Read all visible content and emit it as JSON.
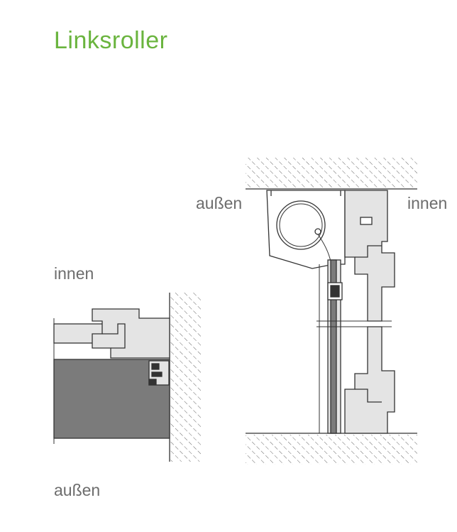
{
  "title": "Linksroller",
  "left_view": {
    "label_top": "innen",
    "label_bottom": "außen"
  },
  "right_view": {
    "label_left": "außen",
    "label_right": "innen"
  },
  "colors": {
    "title": "#6ab43e",
    "label": "#6d6d6d",
    "line": "#333333",
    "fill_light": "#e4e4e4",
    "fill_dark": "#7b7b7b"
  }
}
